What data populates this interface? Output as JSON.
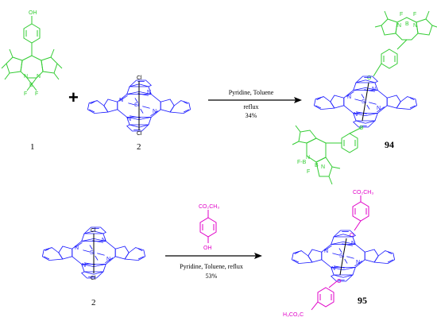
{
  "colors": {
    "bodipy": "#33cc33",
    "phthalocyanine": "#1a1aff",
    "ester_phenol": "#e000c8",
    "black": "#000000"
  },
  "atoms": {
    "N": "N",
    "Si": "Si",
    "Cl": "Cl",
    "O": "O",
    "B": "B",
    "F": "F",
    "OH": "OH",
    "F_minus_B": "F-B",
    "ester_top": "CO₂CH₃",
    "ester_bottom": "H₃CO₂C"
  },
  "reaction1": {
    "plus": "+",
    "conditions_top": "Pyridine, Toluene",
    "conditions_mid": "reflux",
    "yield": "34%",
    "label_reactant1": "1",
    "label_reactant2": "2",
    "label_product": "94"
  },
  "reaction2": {
    "conditions_top": "Pyridine, Toluene, reflux",
    "yield": "53%",
    "label_reactant": "2",
    "label_product": "95"
  }
}
